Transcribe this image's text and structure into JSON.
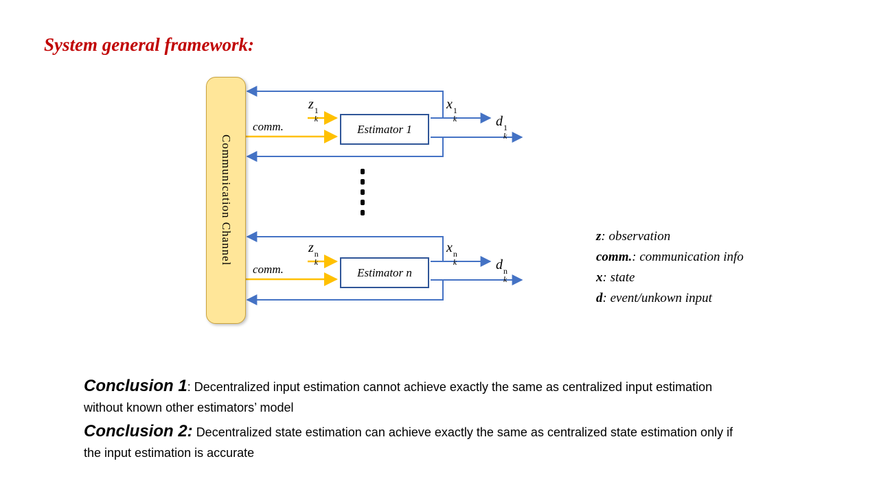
{
  "slide": {
    "title": "System general framework:"
  },
  "colors": {
    "title": "#C00000",
    "channel_fill": "#FFE699",
    "channel_border": "#C9A23C",
    "estimator_border": "#2F5597",
    "arrow_blue": "#4472C4",
    "arrow_orange": "#FFC000"
  },
  "diagram": {
    "channel_label": "Communication Channel",
    "estimators": [
      {
        "label": "Estimator 1",
        "comm_label": "comm.",
        "z": {
          "base": "z",
          "sub": "k",
          "sup": "1"
        },
        "x": {
          "base": "x",
          "sub": "k",
          "sup": "1"
        },
        "d": {
          "base": "d",
          "sub": "k",
          "sup": "1"
        }
      },
      {
        "label": "Estimator n",
        "comm_label": "comm.",
        "z": {
          "base": "z",
          "sub": "k",
          "sup": "n"
        },
        "x": {
          "base": "x",
          "sub": "k",
          "sup": "n"
        },
        "d": {
          "base": "d",
          "sub": "k",
          "sup": "n"
        }
      }
    ]
  },
  "legend": {
    "items": [
      {
        "term": "z",
        "rest": ": observation"
      },
      {
        "term": "comm.",
        "rest": ": communication info"
      },
      {
        "term": "x",
        "rest": ": state"
      },
      {
        "term": "d",
        "rest": ": event/unkown input"
      }
    ]
  },
  "conclusions": [
    {
      "label": "Conclusion 1",
      "sep": ": ",
      "text": "Decentralized input estimation cannot achieve exactly the same as centralized input estimation without known other estimators’ model"
    },
    {
      "label": "Conclusion 2:",
      "sep": " ",
      "text": "Decentralized state estimation can achieve exactly the same as centralized state estimation only if the input estimation is accurate"
    }
  ]
}
